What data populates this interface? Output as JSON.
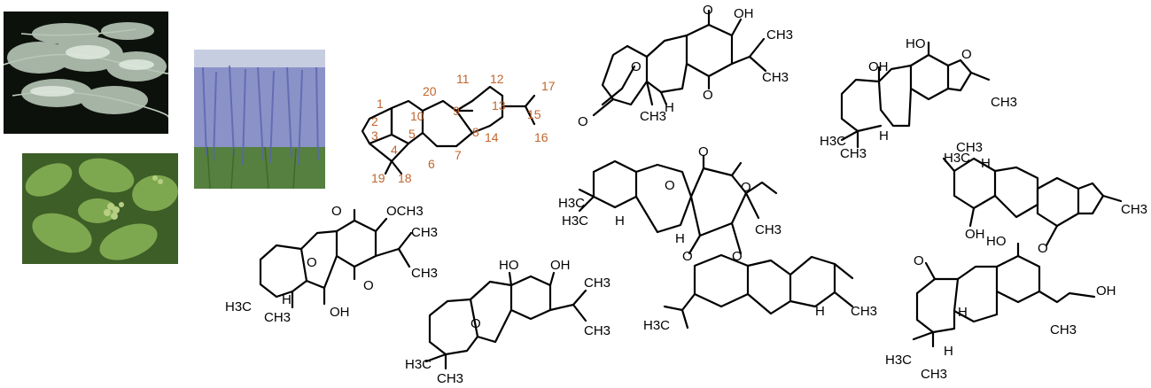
{
  "labels": {
    "t1": {
      "oh": "OH",
      "ch3a": "CH3",
      "ch3b": "CH3",
      "ch3c": "CH3",
      "o1": "O",
      "o2": "O",
      "o3": "O",
      "h": "H"
    },
    "skeleton": {
      "n1": "1",
      "n2": "2",
      "n3": "3",
      "n4": "4",
      "n5": "5",
      "n6": "6",
      "n7": "7",
      "n8": "8",
      "n9": "9",
      "n10": "10",
      "n11": "11",
      "n12": "12",
      "n13": "13",
      "n14": "14",
      "n15": "15",
      "n16": "16",
      "n17": "17",
      "n18": "18",
      "n19": "19",
      "n20": "20"
    },
    "t3": {
      "ho": "HO",
      "oh": "OH",
      "ring_o": "O",
      "ch3a": "CH3",
      "h3c": "H3C",
      "ch3b": "CH3",
      "h": "H"
    },
    "bl": {
      "o1": "O",
      "och3": "OCH3",
      "ch3a": "CH3",
      "ch3b": "CH3",
      "o2": "O",
      "o3": "O",
      "h3c": "H3C",
      "ch3c": "CH3",
      "h": "H",
      "oh": "OH"
    },
    "bm": {
      "ho1": "HO",
      "oh1": "OH",
      "ch3a": "CH3",
      "ch3b": "CH3",
      "o": "O",
      "h3c": "H3C",
      "ch3c": "CH3"
    },
    "dm": {
      "o1": "O",
      "o2": "O",
      "o3": "O",
      "o4": "O",
      "o5": "O",
      "h3c1": "H3C",
      "h3c2": "H3C",
      "h3c3": "H3C",
      "ch3a": "CH3",
      "ch3b": "CH3",
      "h1": "H",
      "h2": "H",
      "h3": "H"
    },
    "dr": {
      "h3c1": "H3C",
      "ch3a": "CH3",
      "h1": "H",
      "oh": "OH",
      "o1": "O",
      "ch3b": "CH3",
      "ho": "HO",
      "o2": "O",
      "oh2": "OH",
      "ch3c": "CH3",
      "h3c2": "H3C",
      "ch3d": "CH3",
      "h2": "H",
      "h3": "H"
    }
  },
  "photos": [
    {
      "name": "juniper-foliage",
      "colors": [
        "#0d100c",
        "#a9b9ab",
        "#dce6da"
      ]
    },
    {
      "name": "lavender-field",
      "colors": [
        "#8c90c9",
        "#6b74b6",
        "#4e7a3d"
      ]
    },
    {
      "name": "leafy-shrub-berries",
      "colors": [
        "#5f8e3a",
        "#a5c46f",
        "#2f4c1e"
      ]
    }
  ]
}
